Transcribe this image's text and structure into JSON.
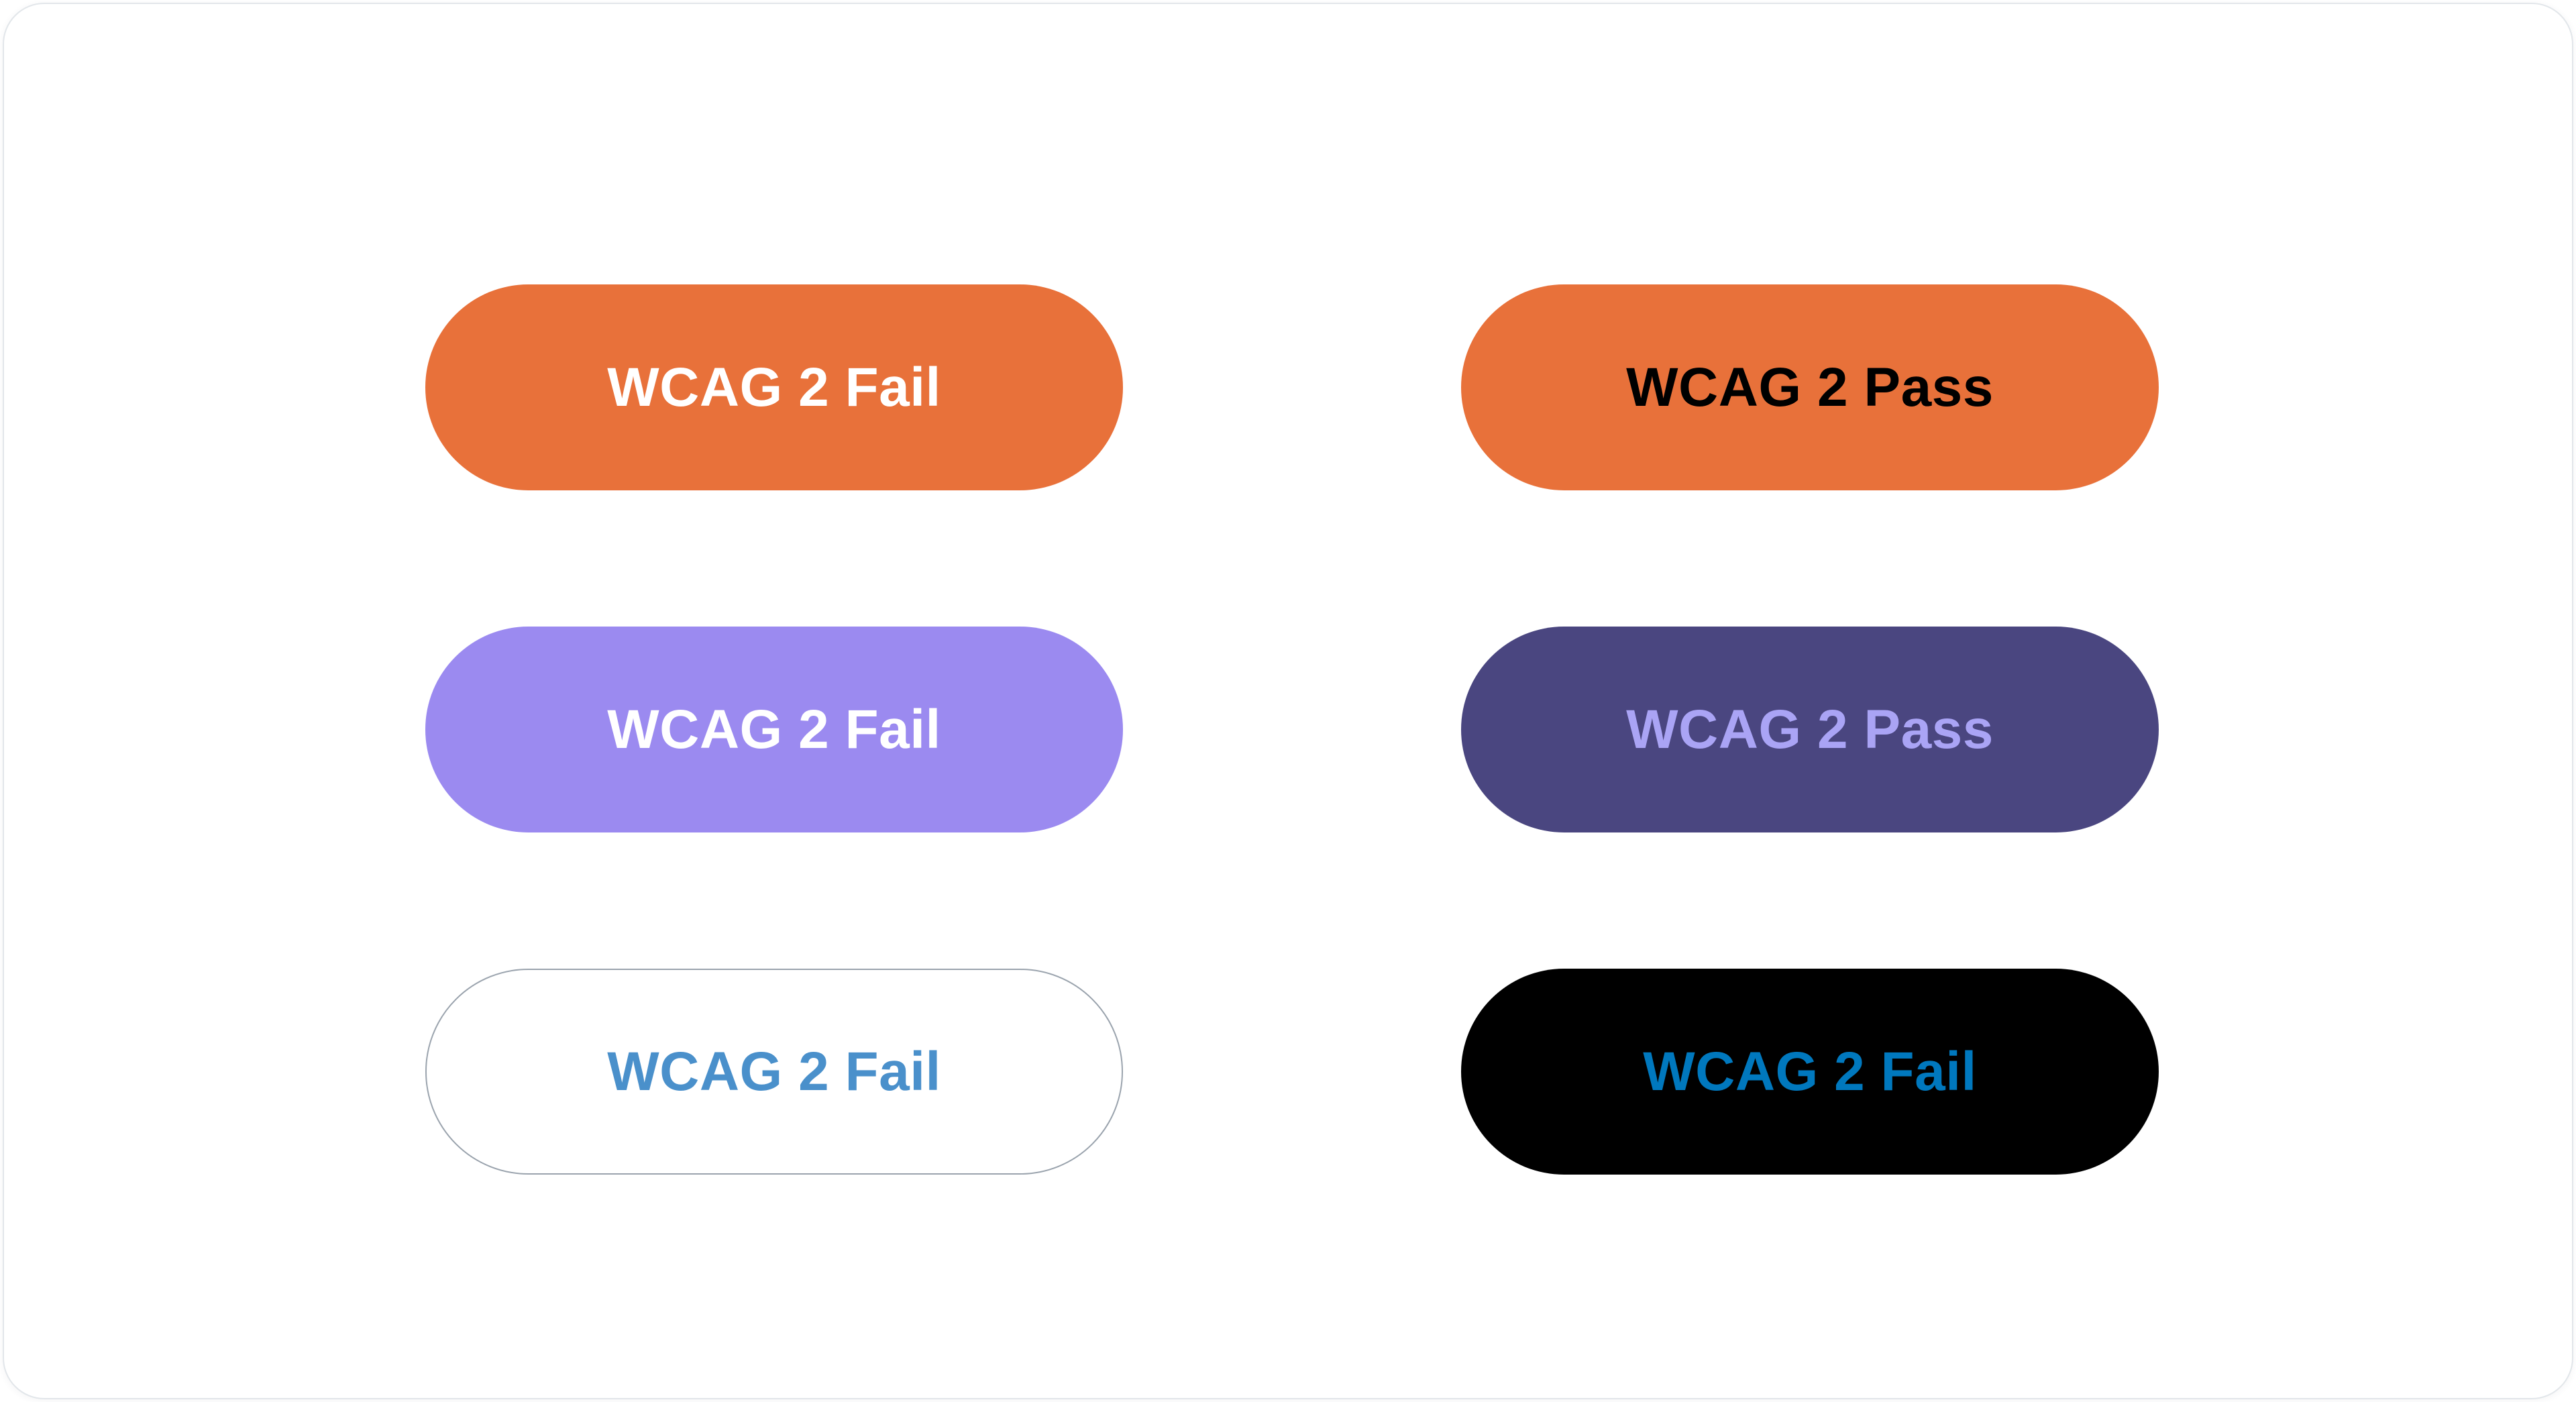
{
  "card": {
    "background": "#ffffff",
    "border_color": "#e2e6ea"
  },
  "buttons": [
    {
      "id": "orange-white-fail",
      "label": "WCAG 2 Fail",
      "background": "#e8713a",
      "text_color": "#ffffff",
      "border_color": "none",
      "result": "Fail",
      "row": 1,
      "column": "left"
    },
    {
      "id": "orange-black-pass",
      "label": "WCAG 2 Pass",
      "background": "#e8713a",
      "text_color": "#000000",
      "border_color": "none",
      "result": "Pass",
      "row": 1,
      "column": "right"
    },
    {
      "id": "light-purple-white-fail",
      "label": "WCAG 2 Fail",
      "background": "#9b8af0",
      "text_color": "#ffffff",
      "border_color": "none",
      "result": "Fail",
      "row": 2,
      "column": "left"
    },
    {
      "id": "dark-purple-light-pass",
      "label": "WCAG 2 Pass",
      "background": "#4a4680",
      "text_color": "#aaa4f5",
      "border_color": "none",
      "result": "Pass",
      "row": 2,
      "column": "right"
    },
    {
      "id": "white-blue-fail",
      "label": "WCAG 2 Fail",
      "background": "#ffffff",
      "text_color": "#4a90cb",
      "border_color": "#9aa3ad",
      "result": "Fail",
      "row": 3,
      "column": "left"
    },
    {
      "id": "black-blue-fail",
      "label": "WCAG 2 Fail",
      "background": "#000000",
      "text_color": "#0078be",
      "border_color": "none",
      "result": "Fail",
      "row": 3,
      "column": "right"
    }
  ]
}
